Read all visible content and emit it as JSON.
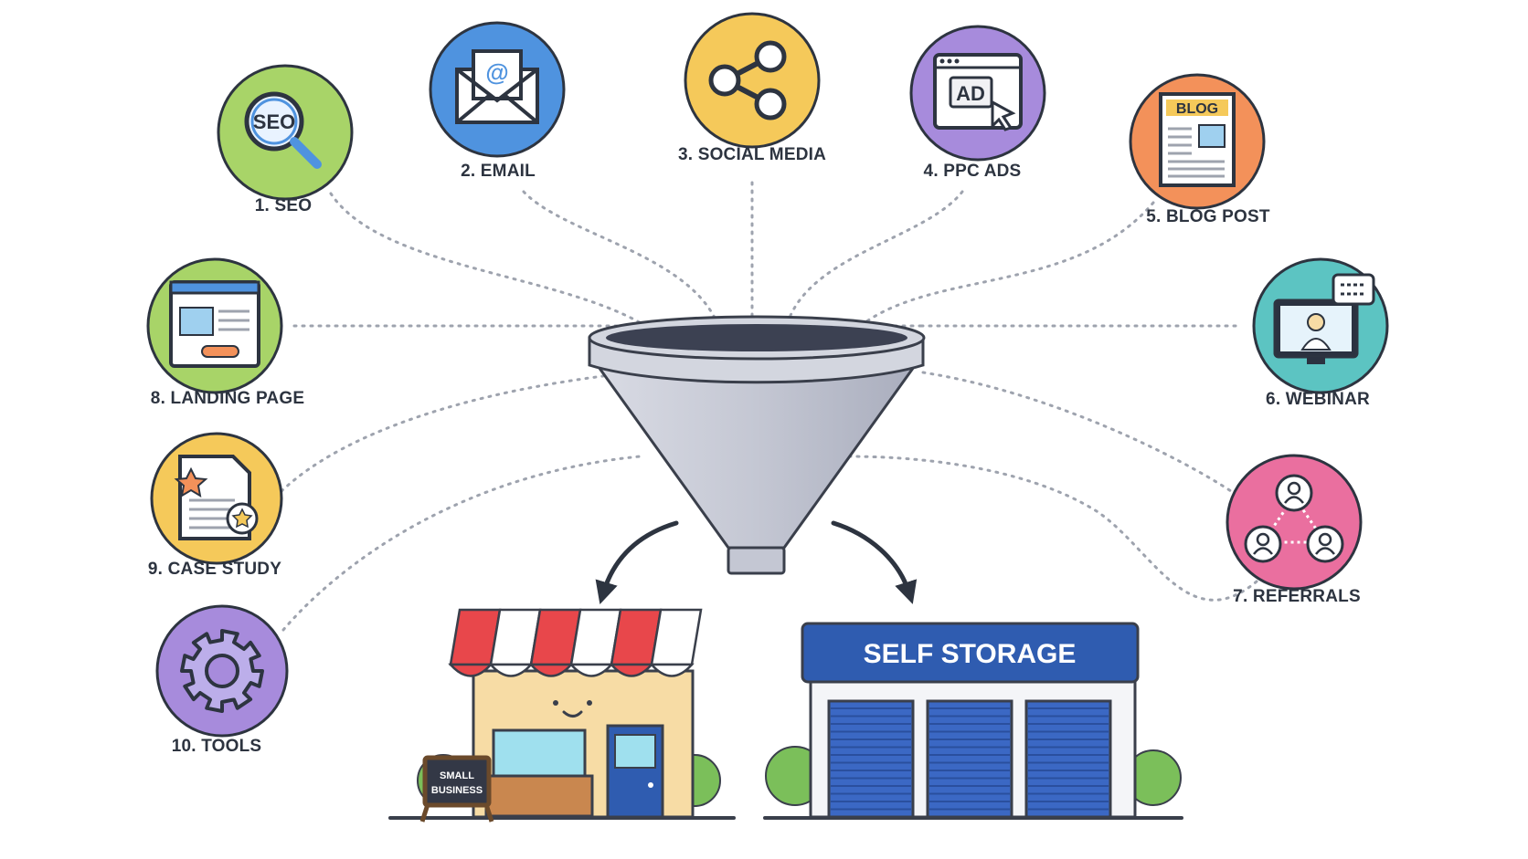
{
  "channels": [
    {
      "id": "seo",
      "label": "1. SEO",
      "icon": "seo-magnifier-icon",
      "color": "#a8d468",
      "icon_text": "SEO"
    },
    {
      "id": "email",
      "label": "2. EMAIL",
      "icon": "email-envelope-icon",
      "color": "#4f93df",
      "icon_text": "@"
    },
    {
      "id": "social-media",
      "label": "3. SOCIAL MEDIA",
      "icon": "share-icon",
      "color": "#f5c95a",
      "icon_text": ""
    },
    {
      "id": "ppc-ads",
      "label": "4. PPC ADS",
      "icon": "ad-browser-icon",
      "color": "#a78bdc",
      "icon_text": "AD"
    },
    {
      "id": "blog-post",
      "label": "5. BLOG POST",
      "icon": "blog-document-icon",
      "color": "#f3915a",
      "icon_text": "BLOG"
    },
    {
      "id": "webinar",
      "label": "6. WEBINAR",
      "icon": "webinar-monitor-icon",
      "color": "#5cc4c2",
      "icon_text": ""
    },
    {
      "id": "referrals",
      "label": "7. REFERRALS",
      "icon": "referral-network-icon",
      "color": "#ea6f9f",
      "icon_text": ""
    },
    {
      "id": "landing-page",
      "label": "8. LANDING PAGE",
      "icon": "landing-page-icon",
      "color": "#a8d468",
      "icon_text": ""
    },
    {
      "id": "case-study",
      "label": "9. CASE STUDY",
      "icon": "case-study-document-icon",
      "color": "#f5c95a",
      "icon_text": ""
    },
    {
      "id": "tools",
      "label": "10. TOOLS",
      "icon": "gear-icon",
      "color": "#a78bdc",
      "icon_text": ""
    }
  ],
  "funnel": {
    "icon": "funnel-icon",
    "color": "#c9cbd6"
  },
  "destinations": {
    "small_business": {
      "sign_line1": "SMALL",
      "sign_line2": "BUSINESS",
      "icon": "storefront-icon",
      "awning_color": "#e8474b"
    },
    "self_storage": {
      "banner": "SELF STORAGE",
      "icon": "storage-building-icon",
      "banner_color": "#2f5cb0",
      "door_color": "#3b68c4"
    }
  }
}
